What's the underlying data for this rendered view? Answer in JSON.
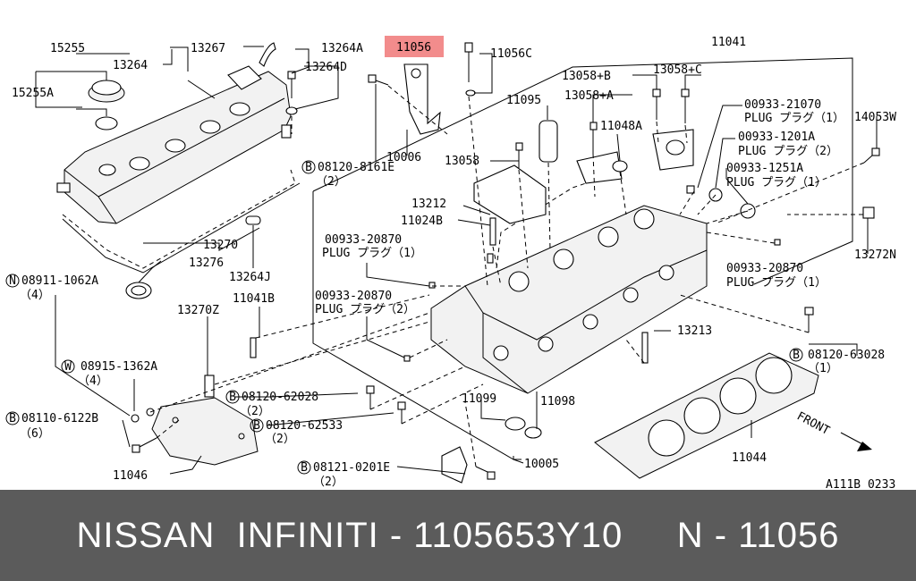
{
  "highlight_color": "#f28c8c",
  "banner": {
    "text": "NISSAN  INFINITI - 1105653Y10     N - 11056",
    "background": "#5b5b5b"
  },
  "drawing_code": "A111B 0233",
  "front_label": "FRONT",
  "part_labels": {
    "p15255": "15255",
    "p13267": "13267",
    "p13264A": "13264A",
    "p11056": "11056",
    "p11041": "11041",
    "p13264": "13264",
    "p13264D": "13264D",
    "p11056C": "11056C",
    "p13058B": "13058+B",
    "p13058C": "13058+C",
    "p15255A": "15255A",
    "p13058A": "13058+A",
    "p11095": "11095",
    "p00933_21070": "00933-21070",
    "plug_1_a": "PLUG プラグ（1）",
    "p14053W": "14053W",
    "p11048A": "11048A",
    "p00933_1201A": "00933-1201A",
    "plug_2_a": "PLUG プラグ（2）",
    "p10006": "10006",
    "p13058": "13058",
    "p00933_1251A": "00933-1251A",
    "plug_1_b": "PLUG プラグ（1）",
    "p08120_8161E": "08120-8161E",
    "qty_2_a": "（2）",
    "p13212": "13212",
    "p11024B": "11024B",
    "p13270": "13270",
    "p00933_20870_a": "00933-20870",
    "plug_1_c": "PLUG プラグ（1）",
    "p13272N": "13272N",
    "p13276": "13276",
    "p00933_20870_b": "00933-20870",
    "plug_1_d": "PLUG プラグ（1）",
    "p08911_1062A": "08911-1062A",
    "p13264J": "13264J",
    "qty_4_a": "（4）",
    "p11041B": "11041B",
    "p00933_20870_c": "00933-20870",
    "p13270Z": "13270Z",
    "plug_2_b": "PLUG プラグ（2）",
    "p13213": "13213",
    "p08120_63028": "08120-63028",
    "qty_1_a": "（1）",
    "p08915_1362A": "08915-1362A",
    "qty_4_b": "（4）",
    "p08120_62028": "08120-62028",
    "p11099": "11099",
    "p11098": "11098",
    "qty_2_b": "（2）",
    "p08110_6122B": "08110-6122B",
    "p08120_62533": "08120-62533",
    "qty_6": "（6）",
    "qty_2_c": "（2）",
    "p11044": "11044",
    "p10005": "10005",
    "p11046": "11046",
    "p08121_0201E": "08121-0201E",
    "qty_2_d": "（2）"
  },
  "prefix_badges": {
    "b1": "B",
    "b2": "N",
    "b3": "W",
    "b4": "B",
    "b5": "B",
    "b6": "B",
    "b7": "B",
    "b8": "B"
  }
}
